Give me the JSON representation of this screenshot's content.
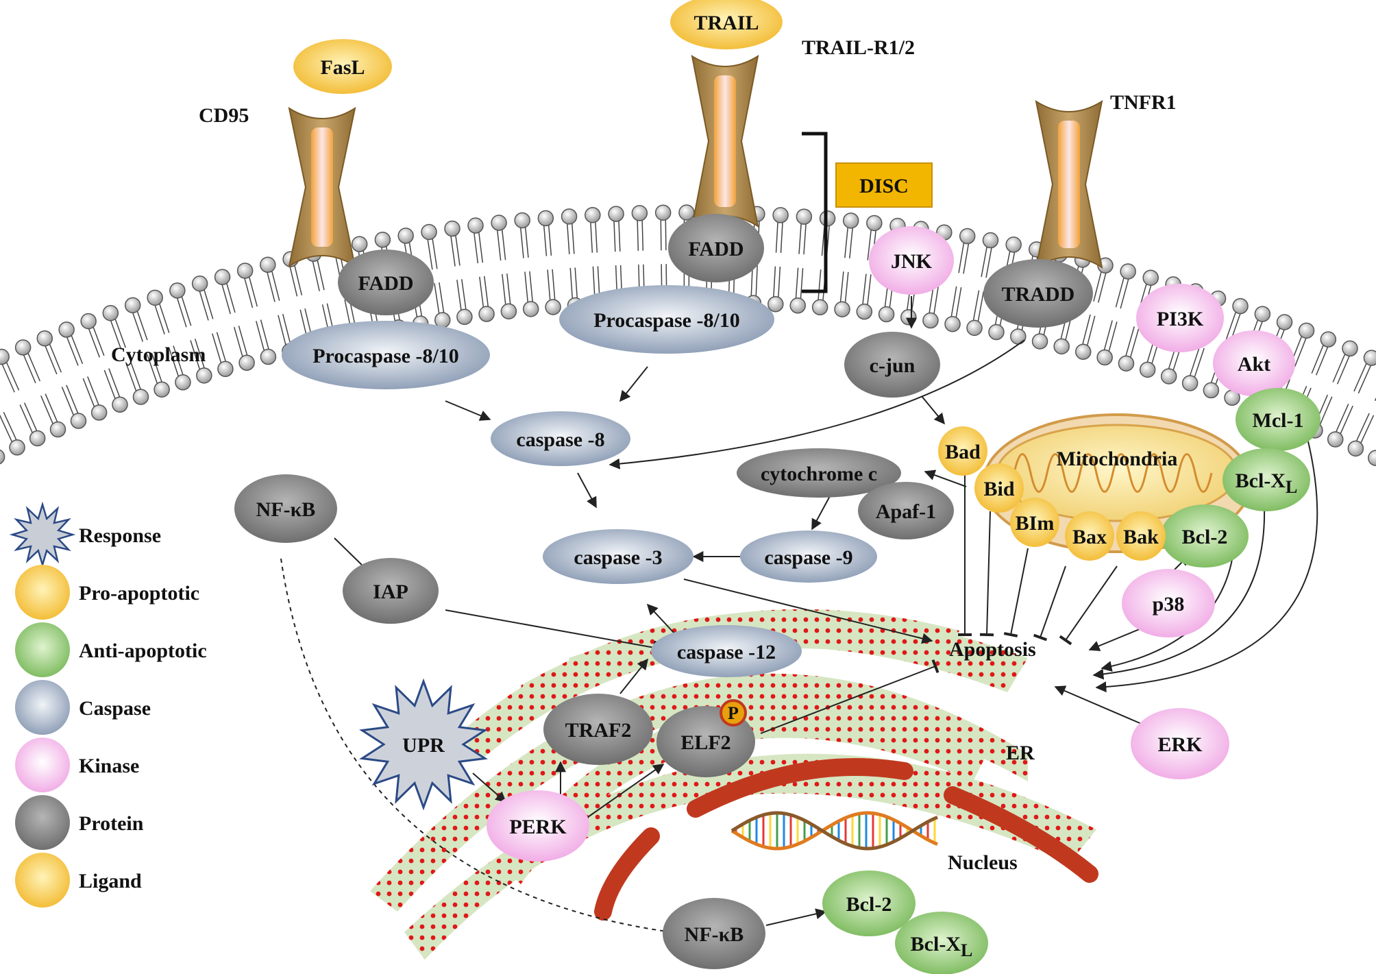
{
  "labels": {
    "cd95": "CD95",
    "trail_r": "TRAIL-R1/2",
    "tnfr1": "TNFR1",
    "cytoplasm": "Cytoplasm",
    "disc": "DISC",
    "mitochondria": "Mitochondria",
    "apoptosis": "Apoptosis",
    "er": "ER",
    "nucleus": "Nucleus",
    "upr": "UPR",
    "p_mark": "P"
  },
  "nodes": {
    "fasl": "FasL",
    "trail": "TRAIL",
    "fadd_1": "FADD",
    "fadd_2": "FADD",
    "procasp_1": "Procaspase -8/10",
    "procasp_2": "Procaspase -8/10",
    "jnk": "JNK",
    "tradd": "TRADD",
    "cjun": "c-jun",
    "pi3k": "PI3K",
    "akt": "Akt",
    "mcl1": "Mcl-1",
    "bclxl_top": "Bcl-X",
    "bclxl_top_sub": "L",
    "bcl2_top": "Bcl-2",
    "bad": "Bad",
    "bid": "Bid",
    "bim": "BIm",
    "bax": "Bax",
    "bak": "Bak",
    "casp8": "caspase -8",
    "cytc": "cytochrome c",
    "apaf1": "Apaf-1",
    "casp9": "caspase -9",
    "casp3": "caspase -3",
    "casp12": "caspase -12",
    "nfkb_top": "NF-κB",
    "iap": "IAP",
    "p38": "p38",
    "erk": "ERK",
    "traf2": "TRAF2",
    "elf2": "ELF2",
    "perk": "PERK",
    "nfkb_bottom": "NF-κB",
    "bcl2_bottom": "Bcl-2",
    "bclxl_bottom": "Bcl-X",
    "bclxl_bottom_sub": "L"
  },
  "legend": [
    {
      "label": "Response",
      "icon": "starburst-icon",
      "color": "#c9ced6"
    },
    {
      "label": "Pro-apoptotic",
      "icon": "yellow-circle-icon",
      "color": "#f2c53d"
    },
    {
      "label": "Anti-apoptotic",
      "icon": "green-circle-icon",
      "color": "#8cc66b"
    },
    {
      "label": "Caspase",
      "icon": "blue-circle-icon",
      "color": "#9fb0c6"
    },
    {
      "label": "Kinase",
      "icon": "pink-circle-icon",
      "color": "#f5b6ea"
    },
    {
      "label": "Protein",
      "icon": "gray-circle-icon",
      "color": "#8e8e8e"
    },
    {
      "label": "Ligand",
      "icon": "ligand-circle-icon",
      "color": "#f6c64a"
    }
  ],
  "colors": {
    "pro_apoptotic": "#f2c53d",
    "anti_apoptotic": "#8cc66b",
    "caspase": "#9fb0c6",
    "kinase": "#f5b6ea",
    "protein": "#8e8e8e",
    "ligand": "#f6c64a",
    "disc": "#f2b600",
    "receptor": "#b08a4a",
    "er_dots": "#e02020",
    "er_membrane": "#cfe0b8",
    "nucleus_membrane": "#c8341e"
  }
}
